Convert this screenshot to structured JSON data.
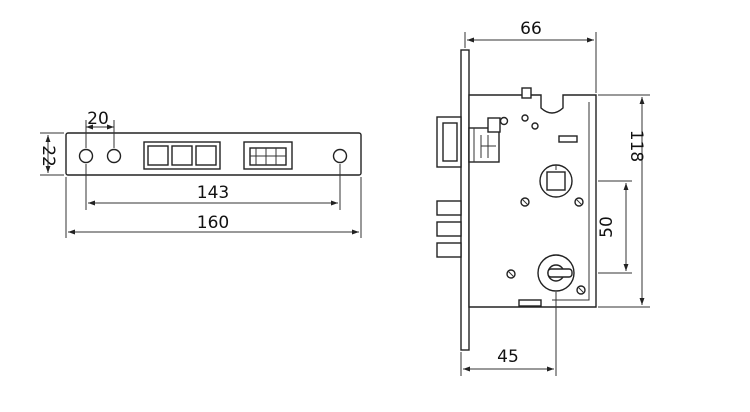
{
  "diagram": {
    "faceplate": {
      "dimensions": {
        "height": "22",
        "hole_spacing": "20",
        "screw_center_distance": "143",
        "overall_length": "160"
      }
    },
    "lock_body": {
      "dimensions": {
        "width": "66",
        "height": "118",
        "hub_to_cylinder": "50",
        "backset": "45"
      }
    }
  }
}
